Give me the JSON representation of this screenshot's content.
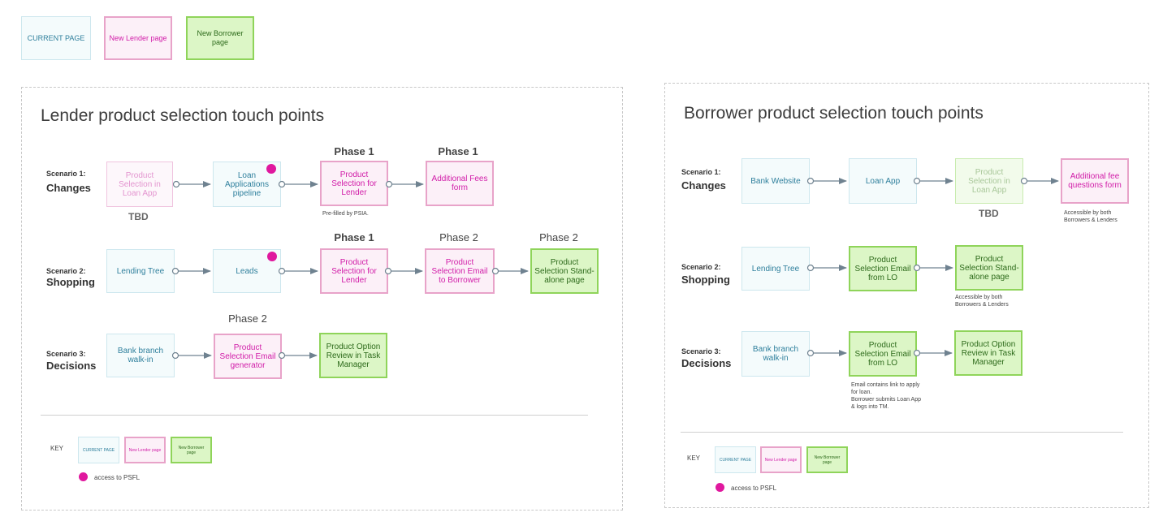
{
  "legend": {
    "current": "CURRENT PAGE",
    "lender": "New Lender page",
    "borrower": "New Borrower page"
  },
  "lender_panel": {
    "title": "Lender product selection touch points",
    "scenarios": [
      {
        "label": "Scenario 1:",
        "name": "Changes"
      },
      {
        "label": "Scenario 2:",
        "name": "Shopping"
      },
      {
        "label": "Scenario 3:",
        "name": "Decisions"
      }
    ],
    "phases": {
      "s1_a": "Phase 1",
      "s1_b": "Phase 1",
      "s2_a": "Phase 1",
      "s2_b": "Phase 2",
      "s2_c": "Phase 2",
      "s3_a": "Phase 2"
    },
    "nodes": {
      "s1_loan_app": "Product Selection in Loan App",
      "s1_pipeline": "Loan Applications pipeline",
      "s1_product": "Product Selection for Lender",
      "s1_fees": "Additional Fees form",
      "s2_lending_tree": "Lending Tree",
      "s2_leads": "Leads",
      "s2_product": "Product Selection for Lender",
      "s2_email": "Product Selection Email to Borrower",
      "s2_standalone": "Product Selection Stand-alone page",
      "s3_branch": "Bank branch walk-in",
      "s3_email_gen": "Product Selection Email generator",
      "s3_review": "Product Option Review in Task Manager"
    },
    "tbd": "TBD",
    "note_prefilled": "Pre-filled by PSIA.",
    "key": {
      "label": "KEY",
      "current": "CURRENT PAGE",
      "lender": "New Lender page",
      "borrower": "New Borrower page",
      "access": "access to PSFL"
    }
  },
  "borrower_panel": {
    "title": "Borrower product selection touch points",
    "scenarios": [
      {
        "label": "Scenario 1:",
        "name": "Changes"
      },
      {
        "label": "Scenario 2:",
        "name": "Shopping"
      },
      {
        "label": "Scenario 3:",
        "name": "Decisions"
      }
    ],
    "nodes": {
      "s1_website": "Bank Website",
      "s1_loan_app": "Loan App",
      "s1_product": "Product Selection in Loan App",
      "s1_fee_form": "Additional fee questions form",
      "s2_lending_tree": "Lending Tree",
      "s2_email": "Product Selection Email from LO",
      "s2_standalone": "Product Selection Stand-alone page",
      "s3_branch": "Bank branch walk-in",
      "s3_email": "Product Selection Email from LO",
      "s3_review": "Product Option Review in Task Manager"
    },
    "tbd": "TBD",
    "note_fee": "Accessible by both Borrowers & Lenders",
    "note_standalone": "Accessible by both Borrowers & Lenders",
    "note_email_1": "Email contains link to apply for loan.",
    "note_email_2": "Borrower submits Loan App & logs into TM.",
    "key": {
      "label": "KEY",
      "current": "CURRENT PAGE",
      "lender": "New Lender page",
      "borrower": "New Borrower page",
      "access": "access to PSFL"
    }
  },
  "colors": {
    "current_text": "#2e7f9c",
    "lender_text": "#d11ca8",
    "borrower_border": "#8fd45a",
    "lender_border": "#e8a3c9",
    "access_dot": "#e0189e",
    "arrow": "#6f8290"
  }
}
